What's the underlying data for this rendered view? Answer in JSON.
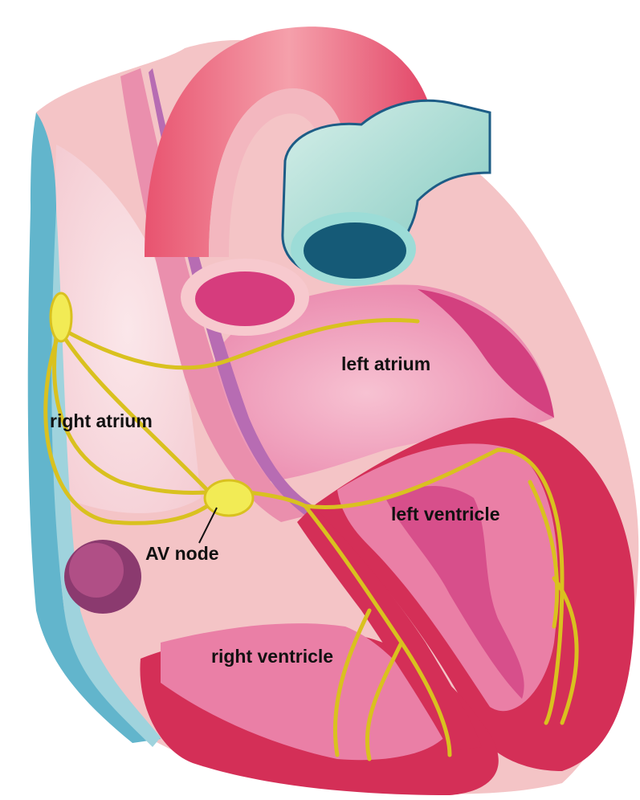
{
  "labels": {
    "left_atrium": "left atrium",
    "right_atrium": "right atrium",
    "av_node": "AV node",
    "left_ventricle": "left ventricle",
    "right_ventricle": "right ventricle"
  },
  "colors": {
    "heart_outer": "#f4c4c6",
    "myocardium": "#d42f57",
    "chamber_pink": "#e7709a",
    "magenta": "#d43c83",
    "aorta": "#ec5f7f",
    "pulmonary_artery": "#9fd6cd",
    "pulmonary_lumen": "#155a77",
    "vena_cava": "#62b5cc",
    "conduction": "#d9c11f",
    "node": "#f2eb55"
  }
}
